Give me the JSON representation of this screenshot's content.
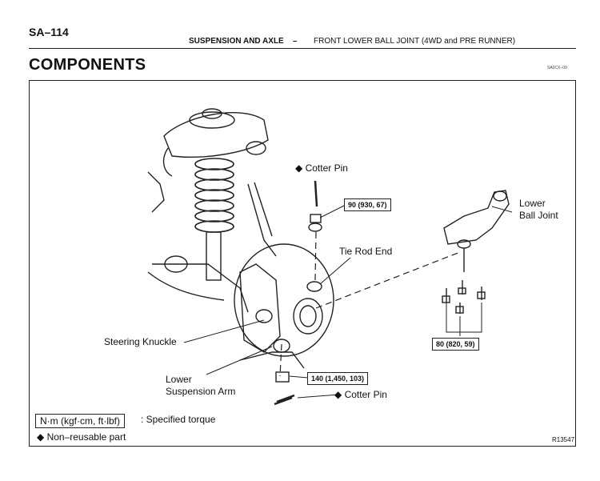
{
  "header": {
    "page_number": "SA–114",
    "section": "SUSPENSION AND AXLE",
    "separator": "–",
    "subsection": "FRONT LOWER BALL JOINT (4WD and PRE RUNNER)",
    "code": "SA0CX–09"
  },
  "heading": "COMPONENTS",
  "diagram": {
    "labels": {
      "cotter_pin_top": "Cotter Pin",
      "lower_ball_joint_1": "Lower",
      "lower_ball_joint_2": "Ball Joint",
      "tie_rod_end": "Tie Rod End",
      "steering_knuckle": "Steering Knuckle",
      "lower_suspension_arm_1": "Lower",
      "lower_suspension_arm_2": "Suspension Arm",
      "cotter_pin_bottom": "Cotter Pin"
    },
    "torques": {
      "tie_rod_nut": "90 (930, 67)",
      "ball_joint_bolts": "80 (820, 59)",
      "arm_nut": "140 (1,450, 103)"
    },
    "figure_id": "R13547"
  },
  "legend": {
    "unit_box": "N·m (kgf·cm, ft·lbf)",
    "unit_text": ": Specified torque",
    "nonreusable_text": "Non–reusable part",
    "diamond": "◆"
  }
}
